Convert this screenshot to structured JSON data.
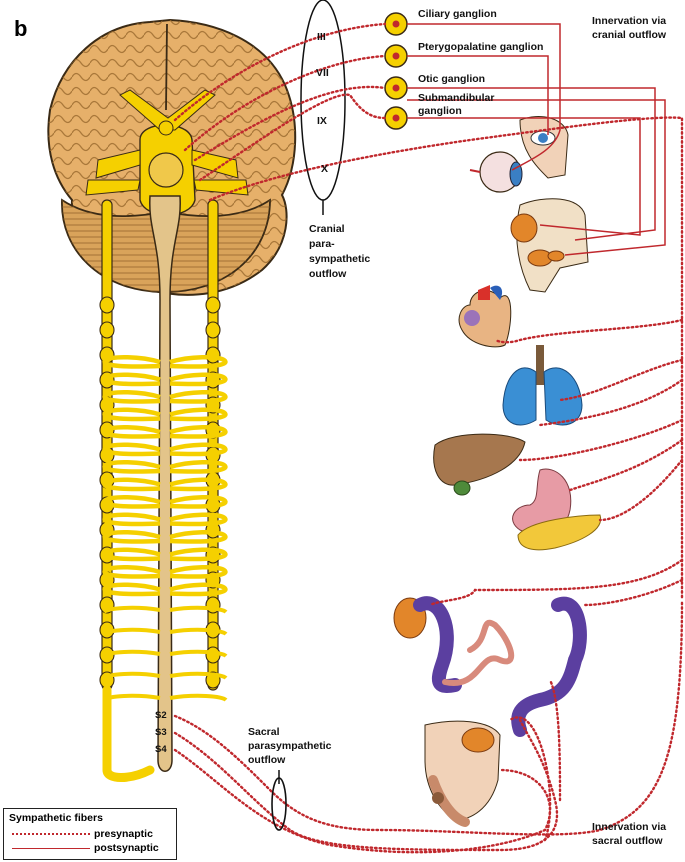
{
  "panel_label": "b",
  "ganglia": {
    "ciliary": "Ciliary ganglion",
    "pterygopalatine": "Pterygopalatine ganglion",
    "otic": "Otic ganglion",
    "submandibular_1": "Submandibular",
    "submandibular_2": "ganglion"
  },
  "cranial_nerves": [
    "III",
    "VII",
    "IX",
    "X"
  ],
  "cranial_outflow_label": [
    "Cranial",
    "para-",
    "sympathetic",
    "outflow"
  ],
  "innervation_cranial": [
    "Innervation via",
    "cranial outflow"
  ],
  "sacral_segments": [
    "S2",
    "S3",
    "S4"
  ],
  "sacral_outflow_label": [
    "Sacral",
    "parasympathetic",
    "outflow"
  ],
  "innervation_sacral": [
    "Innervation via",
    "sacral outflow"
  ],
  "legend": {
    "title": "Sympathetic fibers",
    "presynaptic": "presynaptic",
    "postsynaptic": "postsynaptic"
  },
  "colors": {
    "fiber": "#c0282d",
    "nerve_yellow": "#f5d000",
    "cord": "#e3c48a",
    "brain": "#e6b06a"
  }
}
